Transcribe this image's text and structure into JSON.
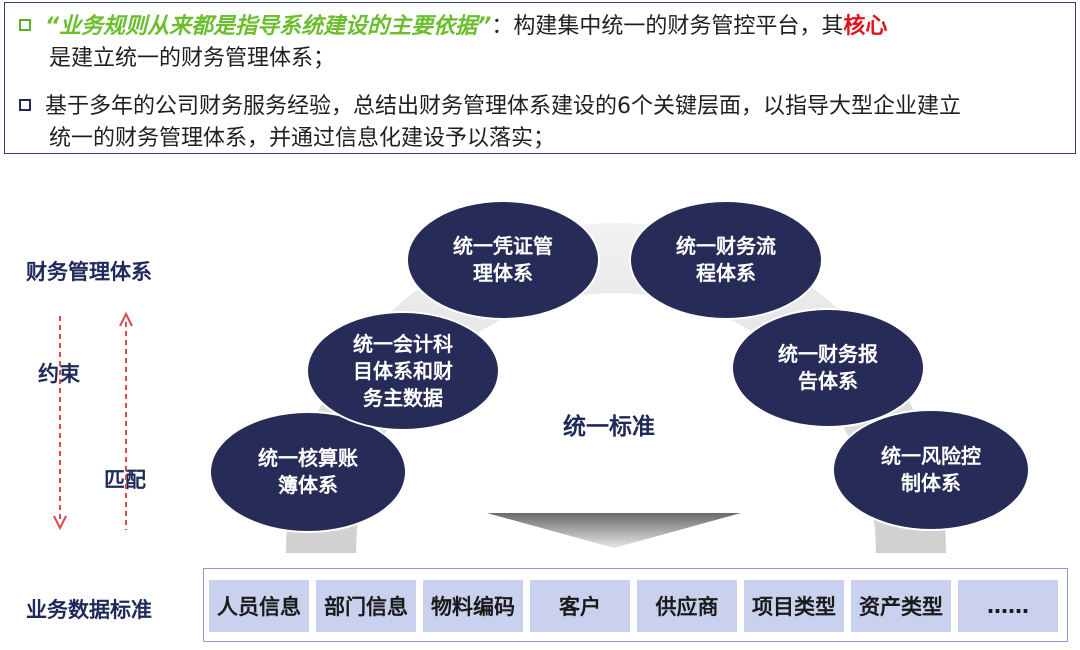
{
  "intro": {
    "p1_quote": "“业务规则从来都是指导系统建设的主要依据”",
    "p1_after": "：构建集中统一的财务管控平台，其",
    "p1_core": "核心",
    "p1_line2": "是建立统一的财务管理体系；",
    "p2_line1": "基于多年的公司财务服务经验，总结出财务管理体系建设的6个关键层面，以指导大型企业建立",
    "p2_line2": "统一的财务管理体系，并通过信息化建设予以落实；"
  },
  "left": {
    "top_label": "财务管理体系",
    "constraint": "约束",
    "match": "匹配",
    "bottom_label": "业务数据标准"
  },
  "center_label": "统一标准",
  "nodes": [
    "统一核算账\n簿体系",
    "统一会计科\n目体系和财\n务主数据",
    "统一凭证管\n理体系",
    "统一财务流\n程体系",
    "统一财务报\n告体系",
    "统一风险控\n制体系"
  ],
  "standards": [
    "人员信息",
    "部门信息",
    "物料编码",
    "客户",
    "供应商",
    "项目类型",
    "资产类型",
    "……"
  ],
  "colors": {
    "node": "#262b57",
    "arch": "#d9d9d9",
    "std_box": "#c9d1ef",
    "quote": "#6bbf2e",
    "core": "#e0151b",
    "arrow": "#d94b4b"
  }
}
